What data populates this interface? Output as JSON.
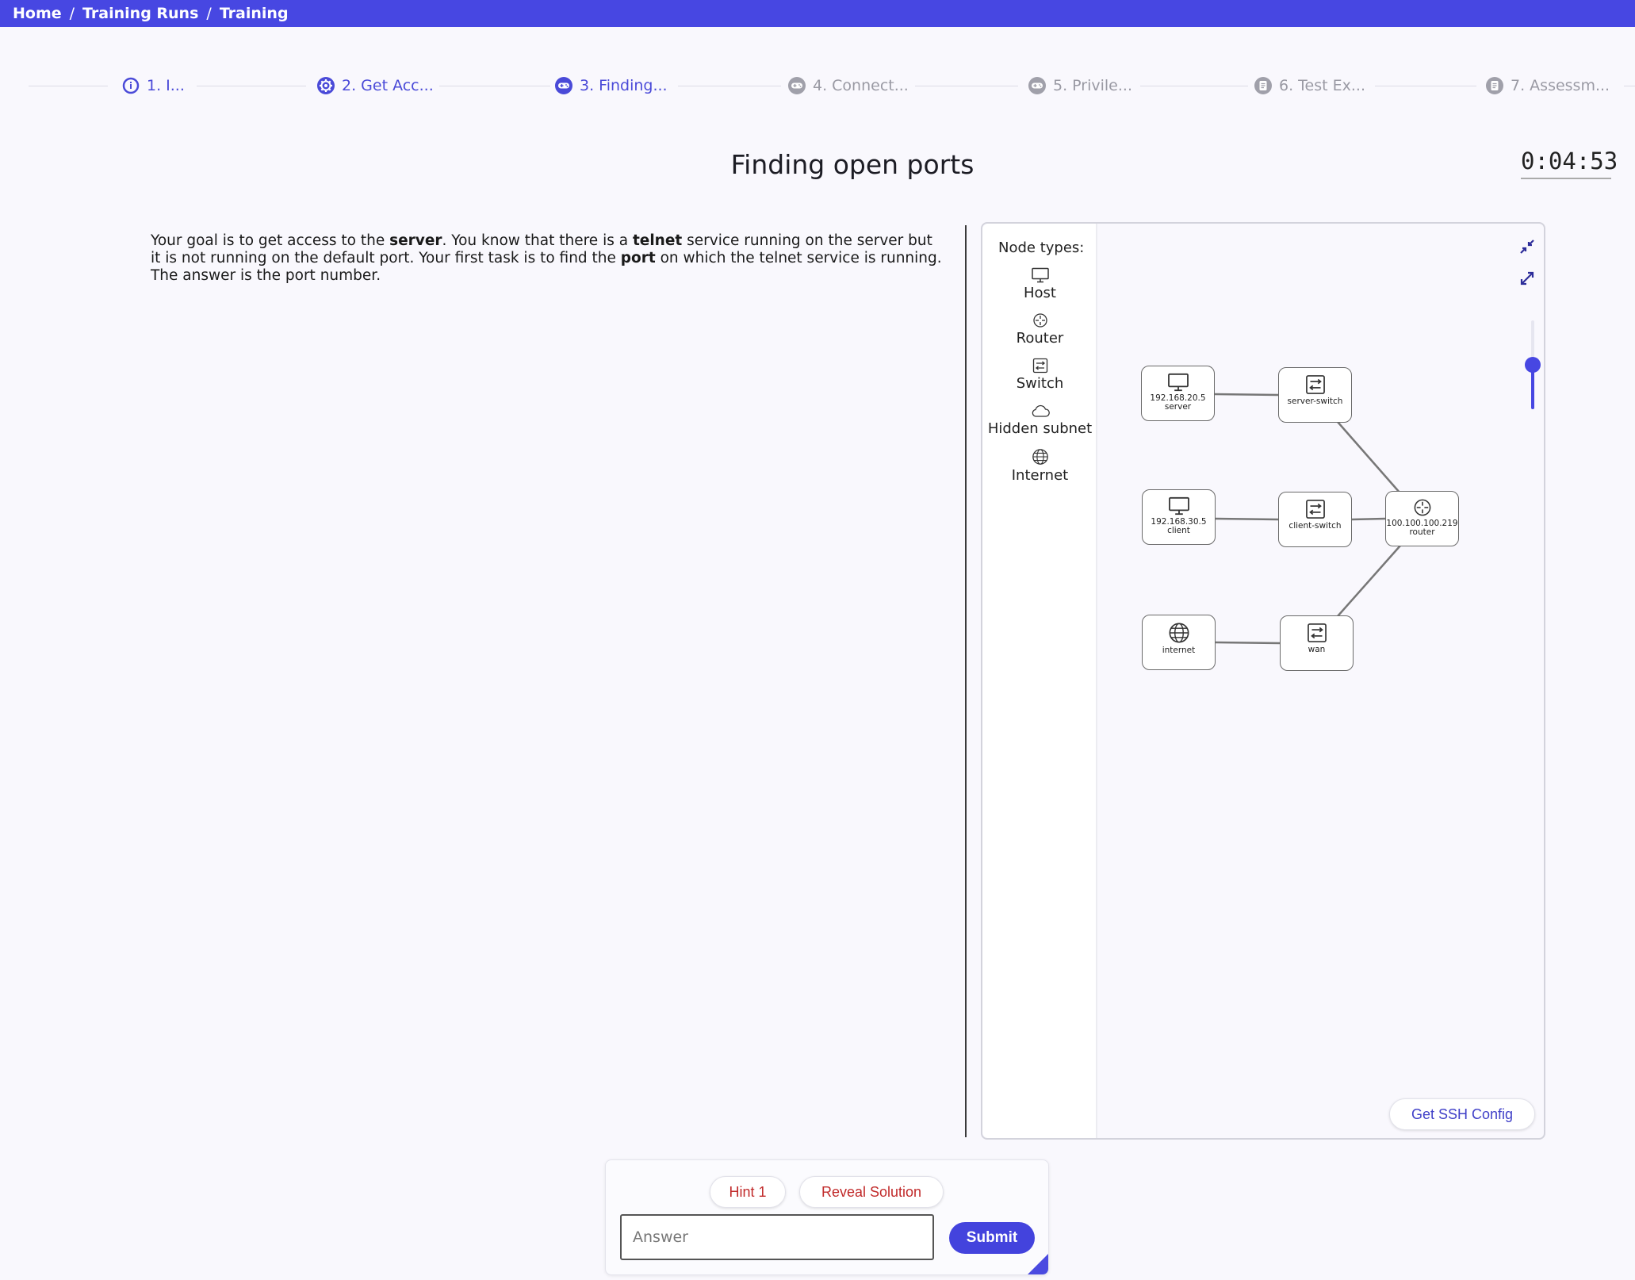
{
  "breadcrumb": {
    "items": [
      "Home",
      "Training Runs",
      "Training"
    ],
    "separator": "/"
  },
  "stepper": {
    "steps": [
      {
        "label": "1. I...",
        "icon": "info-icon",
        "state": "active"
      },
      {
        "label": "2. Get Acc...",
        "icon": "gear-icon",
        "state": "active"
      },
      {
        "label": "3. Finding...",
        "icon": "gamepad-icon",
        "state": "current"
      },
      {
        "label": "4. Connect...",
        "icon": "gamepad-icon",
        "state": "inactive"
      },
      {
        "label": "5. Privile...",
        "icon": "gamepad-icon",
        "state": "inactive"
      },
      {
        "label": "6. Test Ex...",
        "icon": "document-icon",
        "state": "inactive"
      },
      {
        "label": "7. Assessm...",
        "icon": "document-icon",
        "state": "inactive"
      }
    ]
  },
  "level": {
    "title": "Finding open ports",
    "timer": "0:04:53",
    "description": {
      "p1": "Your goal is to get access to the ",
      "b1": "server",
      "p2": ". You know that there is a ",
      "b2": "telnet",
      "p3": " service running on the server but it is not running on the default port. Your first task is to find the ",
      "b3": "port",
      "p4": " on which the telnet service is running. The answer is the port number."
    }
  },
  "topology": {
    "legend_title": "Node types:",
    "legend": [
      {
        "label": "Host",
        "icon": "monitor-icon"
      },
      {
        "label": "Router",
        "icon": "router-icon"
      },
      {
        "label": "Switch",
        "icon": "switch-icon"
      },
      {
        "label": "Hidden subnet",
        "icon": "cloud-icon"
      },
      {
        "label": "Internet",
        "icon": "globe-icon"
      }
    ],
    "nodes": {
      "server": {
        "line1": "192.168.20.5",
        "line2": "server",
        "icon": "monitor-icon"
      },
      "server_switch": {
        "line1": "server-switch",
        "icon": "switch-icon"
      },
      "client": {
        "line1": "192.168.30.5",
        "line2": "client",
        "icon": "monitor-icon"
      },
      "client_switch": {
        "line1": "client-switch",
        "icon": "switch-icon"
      },
      "router": {
        "line1": "100.100.100.219",
        "line2": "router",
        "icon": "router-icon"
      },
      "internet": {
        "line1": "internet",
        "icon": "globe-icon"
      },
      "wan": {
        "line1": "wan",
        "icon": "switch-icon"
      }
    },
    "zoom_level": 0.5,
    "ssh_button": "Get SSH Config"
  },
  "answer": {
    "hint_label": "Hint 1",
    "reveal_label": "Reveal Solution",
    "placeholder": "Answer",
    "submit_label": "Submit"
  },
  "colors": {
    "accent": "#4747e2",
    "hint_text": "#c12a2a",
    "inactive": "#9a9aa4"
  }
}
